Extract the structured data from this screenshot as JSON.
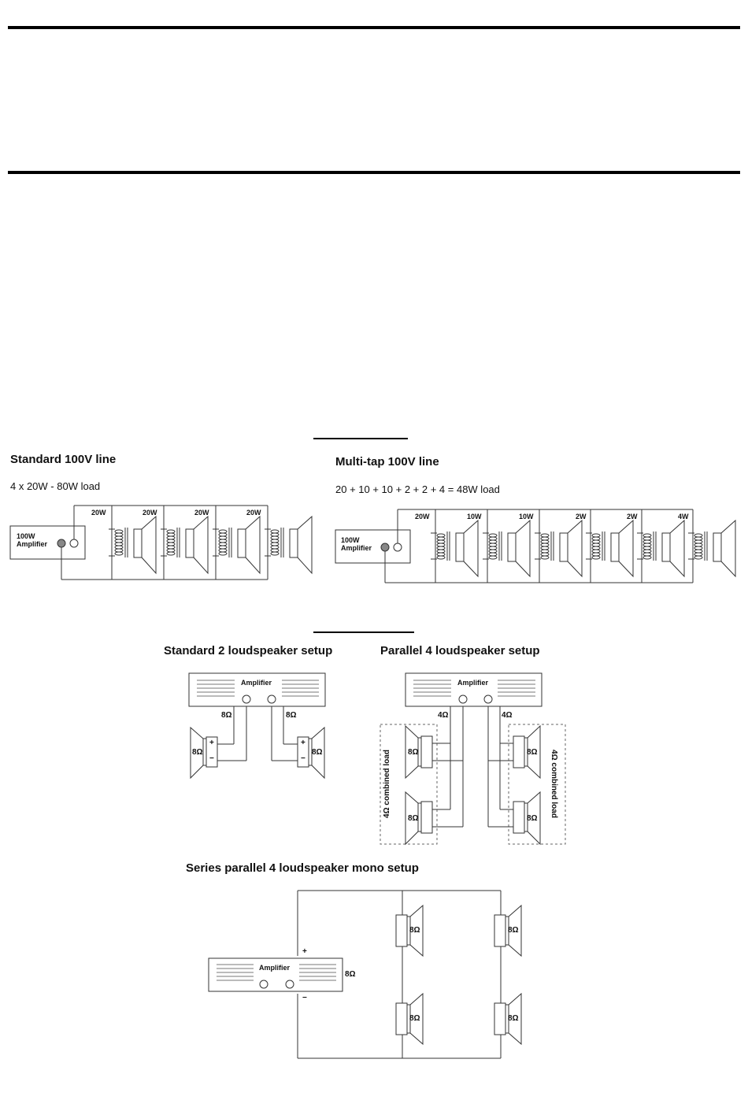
{
  "standard_100v": {
    "title": "Standard 100V line",
    "subtitle": "4 x 20W - 80W load",
    "amp_label_1": "100W",
    "amp_label_2": "Amplifier",
    "taps": [
      "20W",
      "20W",
      "20W",
      "20W"
    ]
  },
  "multitap_100v": {
    "title": "Multi-tap 100V line",
    "subtitle": "20 + 10 + 10 + 2 + 2 + 4 = 48W load",
    "amp_label_1": "100W",
    "amp_label_2": "Amplifier",
    "taps": [
      "20W",
      "10W",
      "10W",
      "2W",
      "2W",
      "4W"
    ]
  },
  "standard_2": {
    "title": "Standard 2 loudspeaker setup",
    "amp_label": "Amplifier",
    "out_left": "8Ω",
    "out_right": "8Ω",
    "spk_left": "8Ω",
    "spk_right": "8Ω",
    "plus": "+",
    "minus": "−"
  },
  "parallel_4": {
    "title": "Parallel 4 loudspeaker setup",
    "amp_label": "Amplifier",
    "out_left": "4Ω",
    "out_right": "4Ω",
    "spk": [
      "8Ω",
      "8Ω",
      "8Ω",
      "8Ω"
    ],
    "combined_left": "4Ω combined load",
    "combined_right": "4Ω combined load"
  },
  "series_parallel": {
    "title": "Series parallel 4 loudspeaker mono setup",
    "amp_label": "Amplifier",
    "out": "8Ω",
    "plus": "+",
    "minus": "−",
    "spk": [
      "8Ω",
      "8Ω",
      "8Ω",
      "8Ω"
    ]
  }
}
